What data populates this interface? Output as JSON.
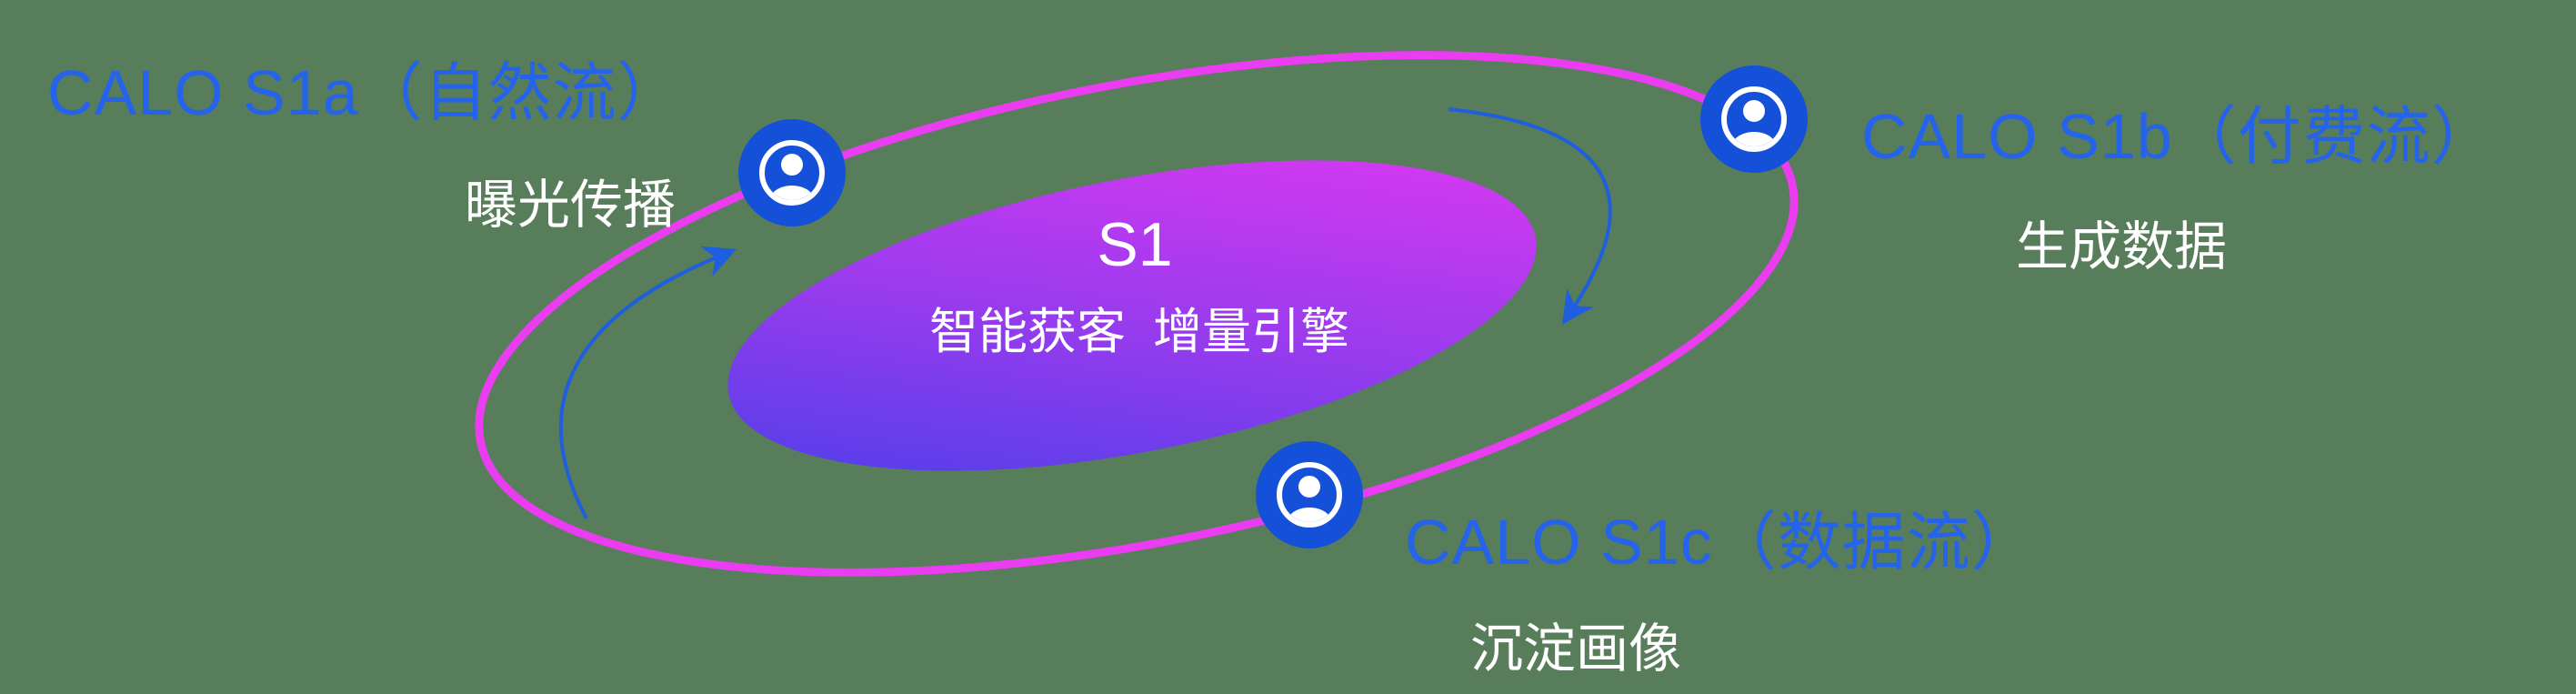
{
  "diagram": {
    "center": {
      "title": "S1",
      "subtitle": "智能获客  增量引擎"
    },
    "nodes": [
      {
        "id": "s1a",
        "label": "CALO S1a（自然流）",
        "sublabel": "曝光传播"
      },
      {
        "id": "s1b",
        "label": "CALO S1b（付费流）",
        "sublabel": "生成数据"
      },
      {
        "id": "s1c",
        "label": "CALO S1c（数据流）",
        "sublabel": "沉淀画像"
      }
    ],
    "colors": {
      "background": "#587d5b",
      "orbit_ring": "#ea3cf0",
      "core_gradient_start": "#4340e8",
      "core_gradient_mid": "#9b3bee",
      "core_gradient_end": "#e438f2",
      "node_icon_blue": "#1450d8",
      "label_blue": "#2563eb",
      "arrow_blue": "#1e5fe0",
      "text_white": "#ffffff"
    }
  }
}
